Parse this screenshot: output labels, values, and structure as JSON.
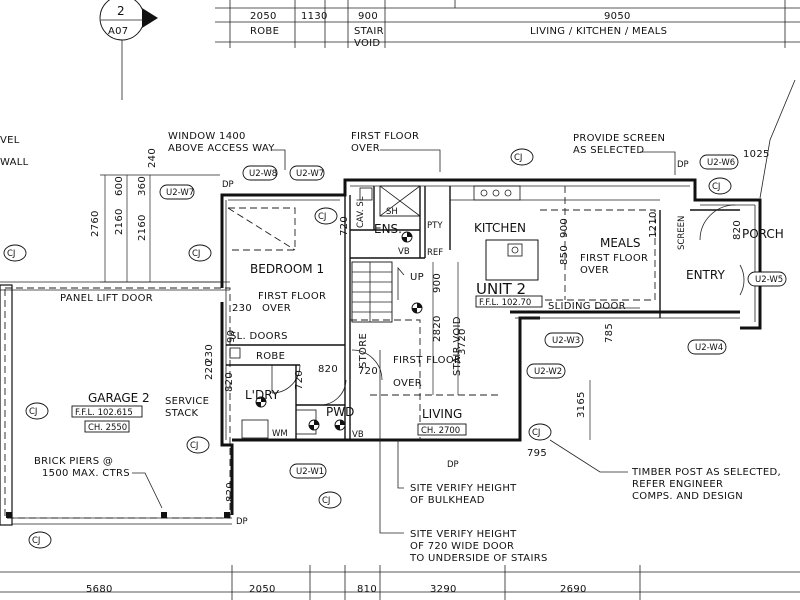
{
  "section_marker": {
    "number": "2",
    "sheet": "A07"
  },
  "top_dims": [
    "2050",
    "1130",
    "900",
    "9050"
  ],
  "top_rooms": [
    "ROBE",
    "STAIR",
    "VOID",
    "LIVING / KITCHEN / MEALS"
  ],
  "left_cut": [
    "VEL",
    "WALL"
  ],
  "notes": {
    "window": "WINDOW 1400",
    "window2": "ABOVE ACCESS WAY",
    "ff_over1": "FIRST FLOOR",
    "ff_over2": "OVER",
    "screen1": "PROVIDE SCREEN",
    "screen2": "AS SELECTED",
    "panel_lift": "PANEL LIFT DOOR",
    "sl_doors": "SL. DOORS",
    "service1": "SERVICE",
    "service2": "STACK",
    "brick1": "BRICK PIERS @",
    "brick2": "1500 MAX. CTRS",
    "bulk1": "SITE VERIFY HEIGHT",
    "bulk2": "OF BULKHEAD",
    "door1": "SITE VERIFY HEIGHT",
    "door2": "OF 720 WIDE DOOR",
    "door3": "TO UNDERSIDE OF STAIRS",
    "timber1": "TIMBER POST AS SELECTED,",
    "timber2": "REFER ENGINEER",
    "timber3": "COMPS. AND DESIGN",
    "sliding": "SLIDING DOOR",
    "stair_void": "STAIR VOID",
    "store": "STORE",
    "cav_sl": "CAV. SL",
    "up": "UP",
    "screen_v": "SCREEN",
    "dp": "DP",
    "cj": "CJ"
  },
  "rooms": {
    "bedroom": "BEDROOM 1",
    "ens": "ENS.",
    "sh": "SH",
    "vb": "VB",
    "pty": "PTY",
    "ref": "REF",
    "kitchen": "KITCHEN",
    "meals": "MEALS",
    "porch": "PORCH",
    "entry": "ENTRY",
    "robe": "ROBE",
    "ldry": "L'DRY",
    "wm": "WM",
    "pwd": "PWD",
    "living": "LIVING",
    "unit": "UNIT 2",
    "unit_ffl": "F.F.L. 102.70",
    "garage": "GARAGE 2",
    "garage_ffl": "F.F.L. 102.615",
    "garage_ch": "CH. 2550",
    "living_ch": "CH. 2700"
  },
  "window_tags": [
    "U2-W8",
    "U2-W7",
    "U2-W7",
    "U2-W6",
    "U2-W5",
    "U2-W4",
    "U2-W3",
    "U2-W2",
    "U2-W1"
  ],
  "inner_dims": {
    "d2760": "2760",
    "d2160a": "2160",
    "d600": "600",
    "d360": "360",
    "d2160b": "2160",
    "d240": "240",
    "d1025": "1025",
    "d720a": "720",
    "d900a": "900",
    "d900b": "900",
    "d850": "850",
    "d1210": "1210",
    "d820a": "820",
    "d230": "230",
    "d90": "90",
    "d230b": "230",
    "d220": "220",
    "d820b": "820",
    "d720b": "720",
    "d820c": "820",
    "d720c": "720",
    "d2820": "2820",
    "d3720": "3720",
    "d785": "785",
    "d3165": "3165",
    "d795": "795",
    "d820d": "820"
  },
  "bottom_dims": [
    "5680",
    "2050",
    "810",
    "3290",
    "2690"
  ]
}
